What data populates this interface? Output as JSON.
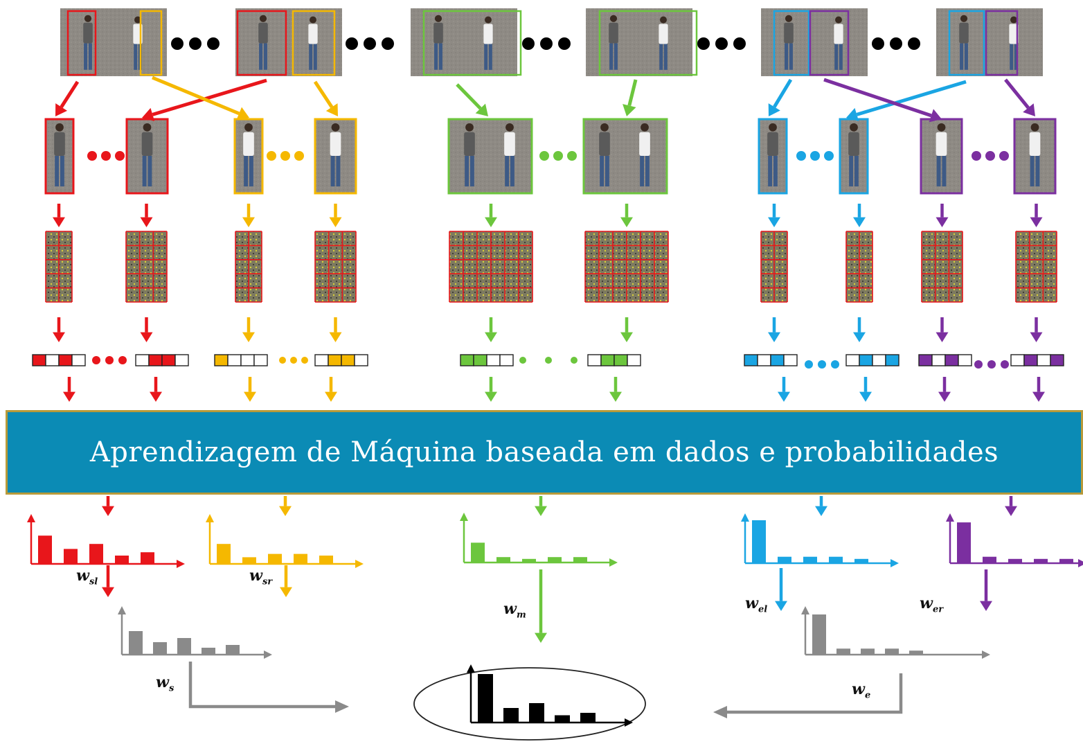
{
  "banner": {
    "text": "Aprendizagem de Máquina baseada em dados e probabilidades"
  },
  "colors": {
    "red": "#e8161b",
    "yellow": "#f5b800",
    "green": "#6cc63d",
    "blue": "#1aa5e3",
    "purple": "#7b2fa0",
    "gray": "#8a8a8a",
    "black": "#000000",
    "banner": "#0b8bb5",
    "banner_border": "#b89a3a"
  },
  "weights": {
    "w_sl": {
      "base": "w",
      "sub": "sl"
    },
    "w_sr": {
      "base": "w",
      "sub": "sr"
    },
    "w_m": {
      "base": "w",
      "sub": "m"
    },
    "w_el": {
      "base": "w",
      "sub": "el"
    },
    "w_er": {
      "base": "w",
      "sub": "er"
    },
    "w_s": {
      "base": "w",
      "sub": "s"
    },
    "w_e": {
      "base": "w",
      "sub": "e"
    }
  },
  "histograms": {
    "red": [
      0.85,
      0.45,
      0.6,
      0.25,
      0.35
    ],
    "yellow": [
      0.6,
      0.2,
      0.3,
      0.3,
      0.25
    ],
    "green": [
      0.55,
      0.15,
      0.1,
      0.15,
      0.15
    ],
    "blue": [
      1.0,
      0.15,
      0.15,
      0.15,
      0.1
    ],
    "purple": [
      0.95,
      0.15,
      0.1,
      0.1,
      0.1
    ],
    "gray_left": [
      0.85,
      0.45,
      0.6,
      0.25,
      0.35
    ],
    "gray_right": [
      1.0,
      0.15,
      0.15,
      0.15,
      0.1
    ],
    "final": [
      1.0,
      0.3,
      0.4,
      0.15,
      0.2
    ]
  }
}
